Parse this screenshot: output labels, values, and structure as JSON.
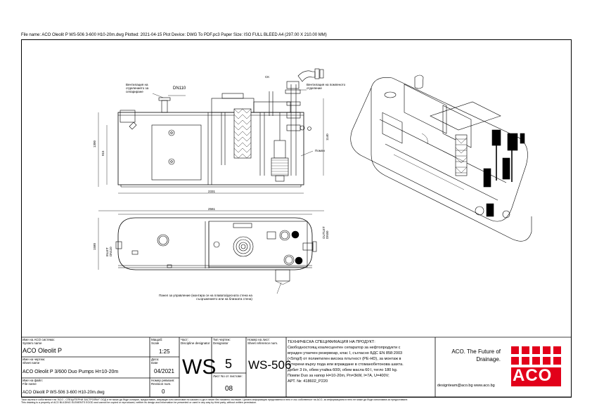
{
  "header": {
    "line": "File name: ACO Oleolit P WS-506 3-600 H10-20m.dwg    Plotted: 2021-04-15    Plot Device: DWG To PDF.pc3    Paper Size: ISO FULL BLEED A4 (297.00 X 210.00 MM)"
  },
  "labels": {
    "ck": "CK",
    "vent_sep": "Вентилация на\nотделението за\nсепариране",
    "dn110": "DN110",
    "vent_pump": "Вентилация на помпеното\nотделение",
    "pumps": "Помпи",
    "inlet": "INLET\nDN110",
    "outlet": "OUTLET\nDN50",
    "panel": "Панел за управление (монтира се на плавата/десната стена на\nсъоръжението или на близката стена)"
  },
  "dimensions": {
    "height_total": "1300",
    "height_inner": "915",
    "height_right": "1140",
    "length_inner": "2331",
    "length_total": "2561",
    "width": "1580"
  },
  "titleblock": {
    "system_label_bg": "Име на ACO система:",
    "system_label_en": "System name",
    "system_value": "ACO Oleolit P",
    "sheet_label_bg": "Име на чертеж:",
    "sheet_label_en": "Sheet name",
    "sheet_value": "ACO Oleolit P 3/600 Duo Pumps H=10-20m",
    "file_label_bg": "Име на файл:",
    "file_label_en": "File name",
    "file_value": "ACO Oleolit P WS-506 3-600 H10-20m.dwg",
    "scale_label_bg": "Мащаб:",
    "scale_label_en": "Scale",
    "scale_value": "1:25",
    "date_label_bg": "Дата:",
    "date_label_en": "Date",
    "date_value": "04/2021",
    "rev_label_bg": "Номер ревизия:",
    "rev_label_en": "Revision num.",
    "rev_value": "0",
    "part_label_bg": "Част:",
    "part_label_en": "Discipline designator",
    "part_value": "WS",
    "type_label_bg": "Тип чертеж:",
    "type_label_en": "Designator",
    "type_value": "5",
    "sheetno_label_bg": "Лист No от листове:",
    "sheetno_value": "08",
    "ref_label_bg": "Номер на лист:",
    "ref_label_en": "Sheet reference num.",
    "ref_value": "WS-506"
  },
  "spec": {
    "title": "ТЕХНИЧЕСКА СПЕЦИФИКАЦИЯ НА ПРОДУКТ:",
    "lines": [
      "Свободностоящ коалесцентен сепаратор за нефтопродукти с",
      "вграден утаечен резервоар, клас I, съгласно БДС EN 858:2003",
      "(<5mg/l) от полиетилен висока плътност (PE-HD), за монтаж в",
      "сутерени върху пода или вграждане в стоманобетонова шахта.",
      "Дебит 3 l/s, обем утайка 600l, обем масла 60 l, тегло 180 kg.",
      "Помпи Duo  за напор H=10-20m, Pn=3kW, I=7A, U=400V;",
      "АРТ. №: 418602_P220"
    ]
  },
  "brand": {
    "slogan": "ACO. The Future of\nDrainage.",
    "contact": "designteam@aco.bg  www.aco.bg",
    "logo": "ACO",
    "red": "#e2001a"
  },
  "footer": {
    "bg": "Тази чертеж е собственост на \"ACO - СПЕЦИТЕРНИ ЗАСТРОЙКИ\" ООД и не може да бъде копиран, предоставян, изпращан или използван по какъвто и да е начин без писмено съгласие. Цялата информация представена в него е със собственост на ACO, за информацията в него не може да бъде използвана за предоставяне.",
    "en": "This drawing is a property of ACO BULDING ELEMENTS EOOD and cannot be copied or reproduced, neither its design and information be presented or used in any way by third party, without written permission."
  }
}
